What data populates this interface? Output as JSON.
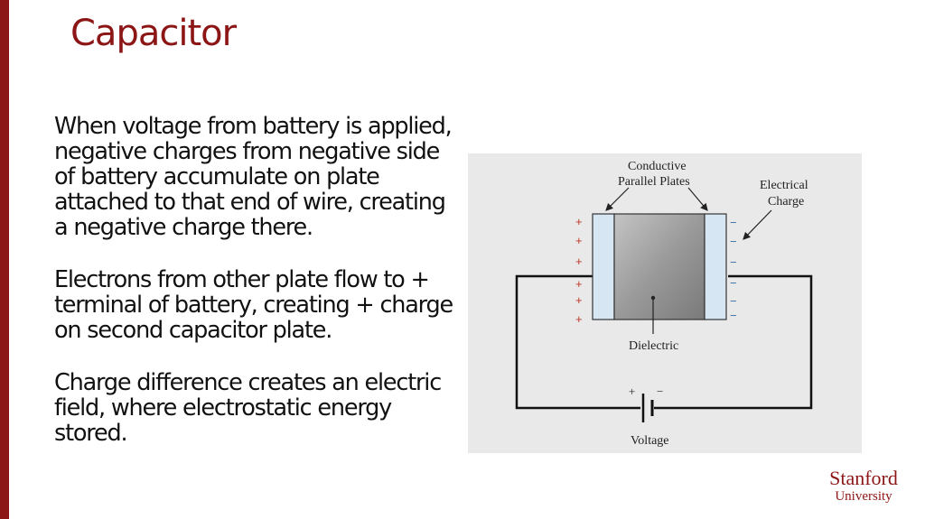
{
  "slide": {
    "title": "Capacitor",
    "bullets": [
      "When voltage from battery is applied, negative charges from negative side of battery accumulate on plate attached to that end of wire, creating a negative charge there.",
      "Electrons from other plate flow to + terminal of battery, creating + charge on second capacitor plate.",
      "Charge difference creates an electric field, where electrostatic energy stored."
    ]
  },
  "figure": {
    "label_plates_line1": "Conductive",
    "label_plates_line2": "Parallel Plates",
    "label_charge_line1": "Electrical",
    "label_charge_line2": "Charge",
    "label_dielectric": "Dielectric",
    "label_voltage": "Voltage",
    "plus_sign": "+",
    "minus_sign": "−"
  },
  "logo": {
    "line1": "Stanford",
    "line2": "University"
  },
  "colors": {
    "accent": "#8c1515",
    "plate_fill": "#d6e6f2",
    "charge_sign": "#c0392b"
  }
}
